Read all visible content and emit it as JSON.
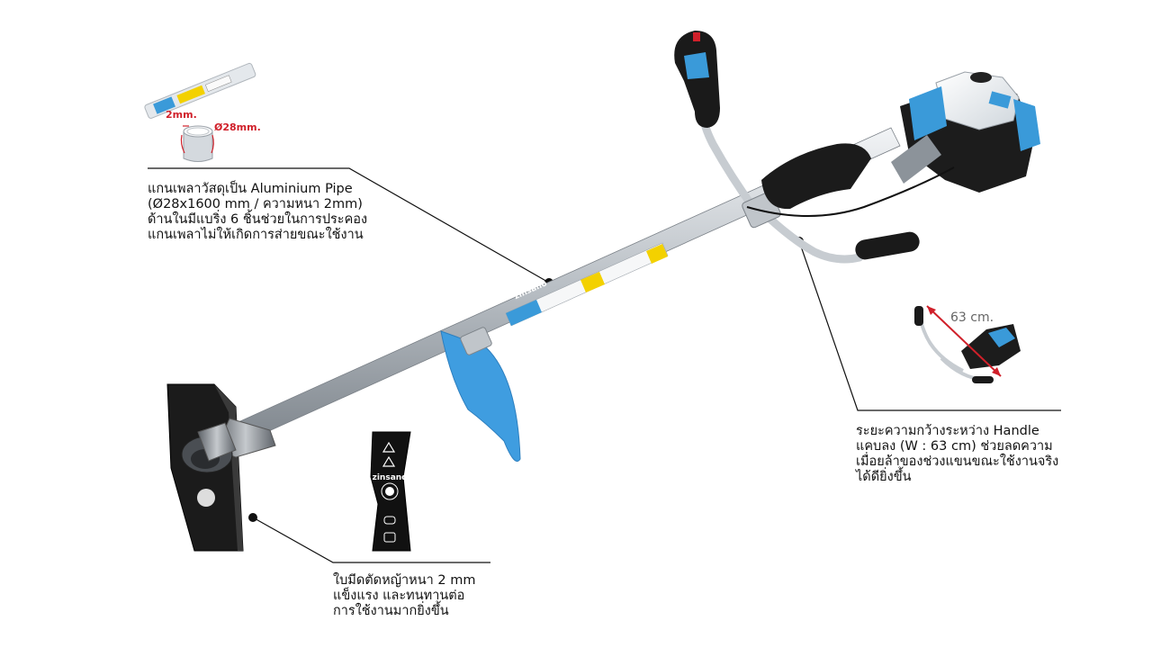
{
  "callouts": {
    "pipe": {
      "lines": [
        "แกนเพลาวัสดุเป็น Aluminium Pipe",
        "(Ø28x1600 mm / ความหนา 2mm)",
        "ด้านในมีแบริ่ง 6 ชิ้นช่วยในการประคอง",
        "แกนเพลาไม่ให้เกิดการส่ายขณะใช้งาน"
      ]
    },
    "handle": {
      "lines": [
        "ระยะความกว้างระหว่าง Handle",
        "แคบลง (W : 63 cm) ช่วยลดความ",
        "เมื่อยล้าของช่วงแขนขณะใช้งานจริง",
        "ได้ดียิ่งขึ้น"
      ]
    },
    "blade": {
      "lines": [
        "ใบมีดตัดหญ้าหนา 2 mm",
        "แข็งแรง และทนทานต่อ",
        "การใช้งานมากยิ่งขึ้น"
      ]
    }
  },
  "pipe_inset": {
    "thickness_label": "2mm.",
    "diameter_label": "Ø28mm."
  },
  "handle_inset": {
    "width_label": "63 cm."
  },
  "product": {
    "brand": "zinsano"
  },
  "colors": {
    "accent_blue": "#3a9ad9",
    "dimension_red": "#d0202a",
    "body_black": "#1b1b1b",
    "shaft_silver": "#c9ced3"
  }
}
